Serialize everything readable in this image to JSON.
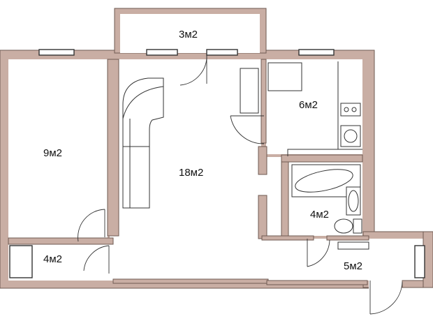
{
  "rooms": [
    {
      "id": "balcony",
      "label": "3м2"
    },
    {
      "id": "kitchen",
      "label": "6м2"
    },
    {
      "id": "bedroom",
      "label": "9м2"
    },
    {
      "id": "living",
      "label": "18м2"
    },
    {
      "id": "bathroom",
      "label": "4м2"
    },
    {
      "id": "storage",
      "label": "4м2"
    },
    {
      "id": "hall",
      "label": "5м2"
    }
  ],
  "colors": {
    "wall": "#c9aea4",
    "wall_edge": "#6e5a52",
    "floor": "#ffffff",
    "line": "#333333"
  }
}
